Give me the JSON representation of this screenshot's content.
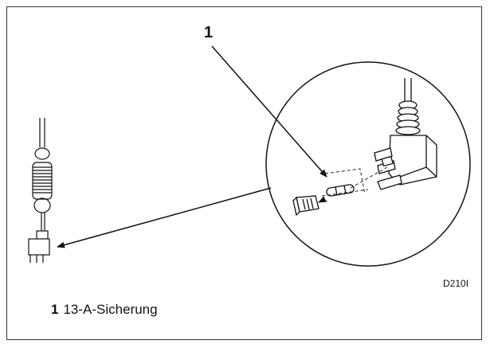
{
  "callout": {
    "number": "1"
  },
  "figure_code": "D210I",
  "legend": [
    {
      "number": "1",
      "text": "13-A-Sicherung"
    }
  ],
  "colors": {
    "line": "#111111",
    "frame": "#333333",
    "background": "#ffffff"
  },
  "icons": [
    "power-cord-icon",
    "plug-icon",
    "fuse-icon",
    "fuse-cover-icon"
  ]
}
